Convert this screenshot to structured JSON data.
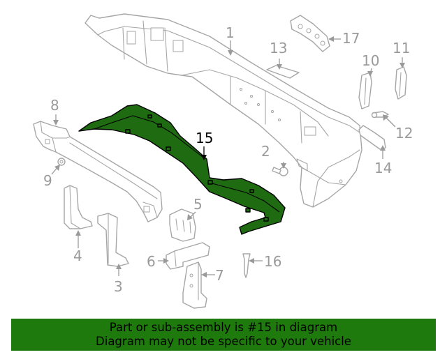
{
  "diagram": {
    "callouts": [
      {
        "id": "1",
        "text": "1"
      },
      {
        "id": "2",
        "text": "2"
      },
      {
        "id": "3",
        "text": "3"
      },
      {
        "id": "4",
        "text": "4"
      },
      {
        "id": "5",
        "text": "5"
      },
      {
        "id": "6",
        "text": "6"
      },
      {
        "id": "7",
        "text": "7"
      },
      {
        "id": "8",
        "text": "8"
      },
      {
        "id": "9",
        "text": "9"
      },
      {
        "id": "10",
        "text": "10"
      },
      {
        "id": "11",
        "text": "11"
      },
      {
        "id": "12",
        "text": "12"
      },
      {
        "id": "13",
        "text": "13"
      },
      {
        "id": "14",
        "text": "14"
      },
      {
        "id": "15",
        "text": "15"
      },
      {
        "id": "16",
        "text": "16"
      },
      {
        "id": "17",
        "text": "17"
      }
    ],
    "highlighted_part": "15",
    "colors": {
      "highlight_fill": "#1f6b12",
      "part_line": "#a6a6a6",
      "banner_bg": "#1e7a0c"
    }
  },
  "banner": {
    "line1": "Part or sub-assembly is #15 in diagram",
    "line2": "Diagram may not be specific to your vehicle"
  }
}
